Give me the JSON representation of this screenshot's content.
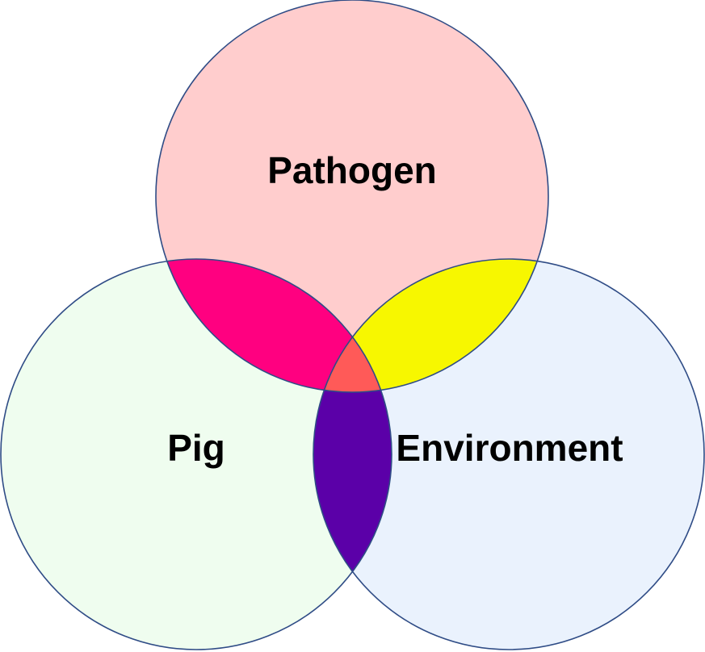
{
  "diagram": {
    "type": "venn",
    "sets": [
      {
        "key": "pathogen",
        "label": "Pathogen",
        "color": "#FFCDCD"
      },
      {
        "key": "pig",
        "label": "Pig",
        "color": "#EFFDEF"
      },
      {
        "key": "environment",
        "label": "Environment",
        "color": "#EAF2FD"
      }
    ],
    "intersections": {
      "pathogen_pig": {
        "color": "#FF0080"
      },
      "pathogen_environment": {
        "color": "#F7F700"
      },
      "pig_environment": {
        "color": "#5B00A8"
      },
      "all_three": {
        "color": "#FF5A58"
      }
    },
    "outline_color": "#2F4C86"
  }
}
